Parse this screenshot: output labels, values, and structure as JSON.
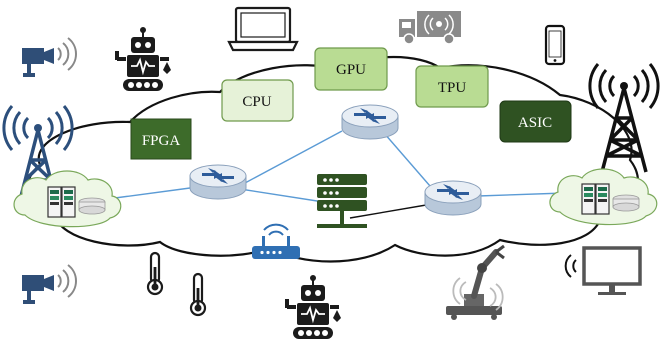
{
  "diagram": {
    "processors": [
      {
        "id": "fpga",
        "label": "FPGA",
        "fill": "#3d6b2a",
        "text_color": "#ffffff"
      },
      {
        "id": "cpu",
        "label": "CPU",
        "fill": "#e6f2d8",
        "text_color": "#111111"
      },
      {
        "id": "gpu",
        "label": "GPU",
        "fill": "#b9dc93",
        "text_color": "#111111"
      },
      {
        "id": "tpu",
        "label": "TPU",
        "fill": "#b9dc93",
        "text_color": "#111111"
      },
      {
        "id": "asic",
        "label": "ASIC",
        "fill": "#2f5222",
        "text_color": "#ffffff"
      }
    ],
    "colors": {
      "cloud_fill": "#ffffff",
      "cloud_stroke": "#111111",
      "edge_cloud_fill": "#eef7e6",
      "link": "#5b9bd5",
      "router_top": "#e8eef5",
      "router_side": "#b8c8da",
      "router_arrow": "#2e5c9a",
      "icon_dark": "#1b1b1b",
      "icon_blue": "#2f4e77",
      "wifi": "#888888",
      "tower_blue": "#2c4f7c",
      "server_green": "#2f5222"
    },
    "icons": [
      "camera-icon",
      "robot-icon",
      "laptop-icon",
      "truck-icon",
      "smartphone-icon",
      "cell-tower-icon",
      "server-rack-icon",
      "router-icon",
      "wifi-router-icon",
      "thermometer-icon",
      "robot-arm-icon",
      "monitor-icon",
      "server-stack-icon"
    ]
  }
}
